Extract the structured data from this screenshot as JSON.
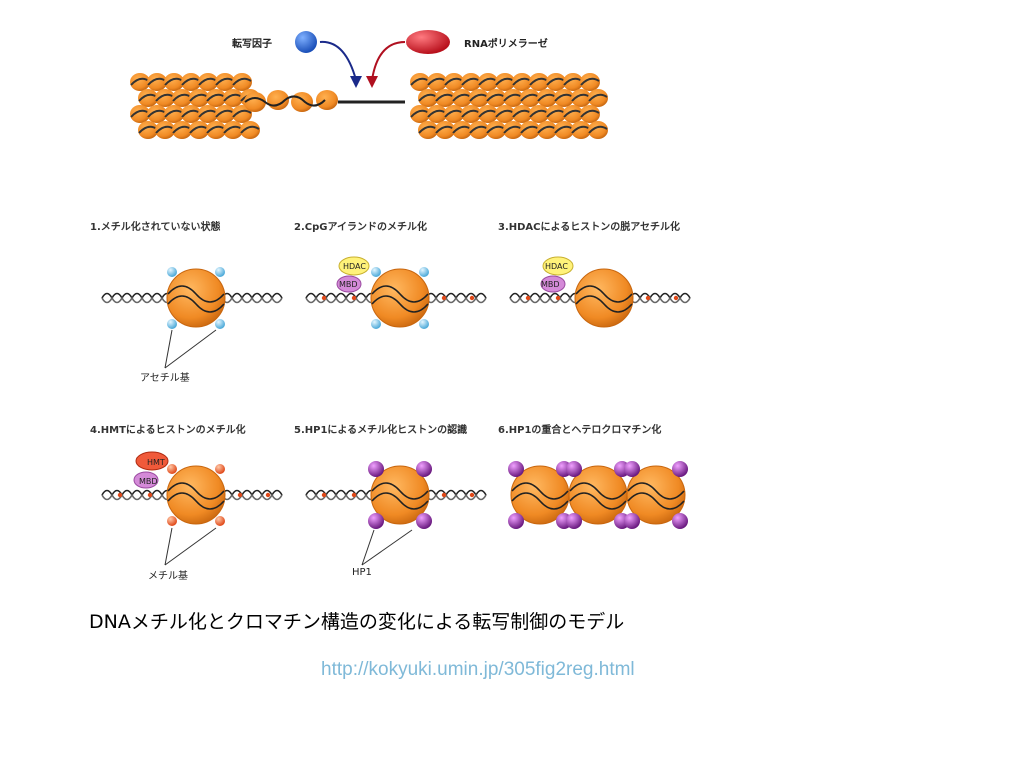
{
  "top": {
    "tf_label": "転写因子",
    "rnap_label": "RNAポリメラーゼ"
  },
  "panels": [
    {
      "title": "1.メチル化されていない状態",
      "annotation": "アセチル基"
    },
    {
      "title": "2.CpGアイランドのメチル化"
    },
    {
      "title": "3.HDACによるヒストンの脱アセチル化"
    },
    {
      "title": "4.HMTによるヒストンのメチル化",
      "annotation": "メチル基"
    },
    {
      "title": "5.HP1によるメチル化ヒストンの認識",
      "annotation": "HP1"
    },
    {
      "title": "6.HP1の重合とヘテロクロマチン化"
    }
  ],
  "enzymes": {
    "hdac": "HDAC",
    "mbd": "MBD",
    "hmt": "HMT"
  },
  "caption": "DNAメチル化とクロマチン構造の変化による転写制御のモデル",
  "source_url": "http://kokyuki.umin.jp/305fig2reg.html",
  "colors": {
    "nucleosome": "#f08a24",
    "acetyl": "#6fc3e8",
    "methyl": "#f06030",
    "hp1": "#9a3aa8",
    "tf": "#2a6fd8",
    "rnap": "#d8202c",
    "link": "#7fb9d8"
  }
}
